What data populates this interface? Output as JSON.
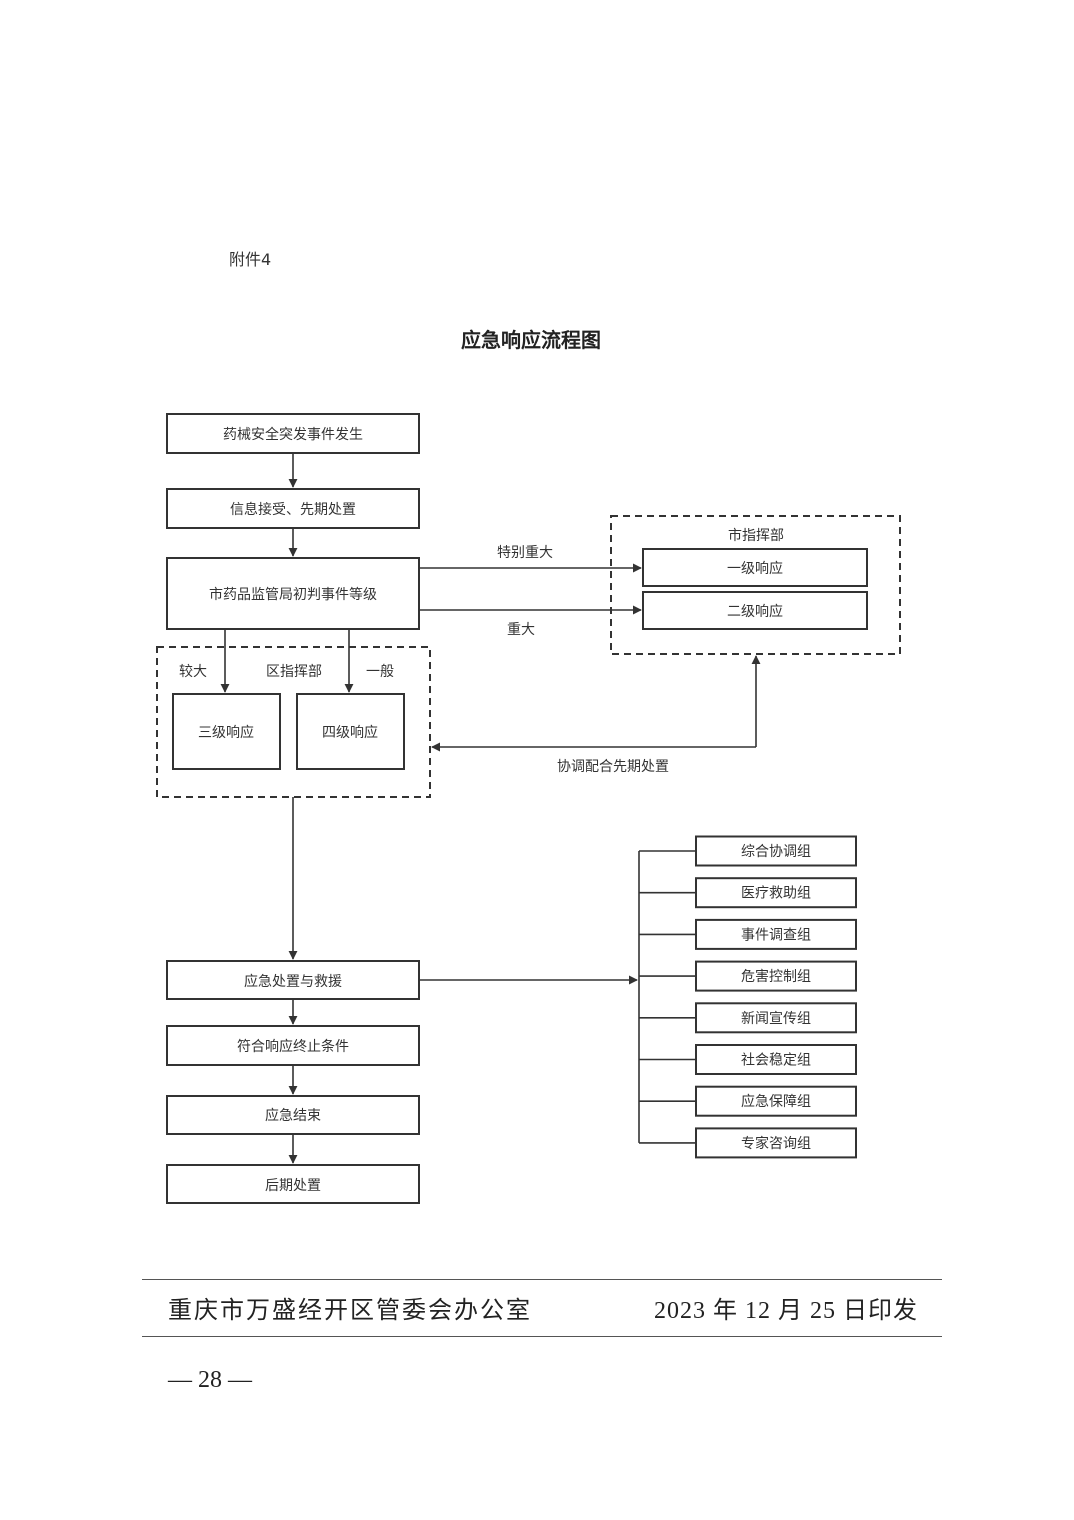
{
  "attachment_label": "附件4",
  "title": "应急响应流程图",
  "nodes": {
    "incident": "药械安全突发事件发生",
    "info": "信息接受、先期处置",
    "judge": "市药品监管局初判事件等级",
    "level1": "一级响应",
    "level2": "二级响应",
    "level3": "三级响应",
    "level4": "四级响应",
    "rescue": "应急处置与救援",
    "terminate": "符合响应终止条件",
    "end": "应急结束",
    "after": "后期处置"
  },
  "groups": {
    "city": "市指挥部",
    "district": "区指挥部"
  },
  "edge_labels": {
    "extra_major": "特别重大",
    "major": "重大",
    "larger": "较大",
    "general": "一般",
    "coordinate": "协调配合先期处置"
  },
  "teams": [
    "综合协调组",
    "医疗救助组",
    "事件调查组",
    "危害控制组",
    "新闻宣传组",
    "社会稳定组",
    "应急保障组",
    "专家咨询组"
  ],
  "footer": {
    "office": "重庆市万盛经开区管委会办公室",
    "issued": "2023 年 12 月 25 日印发",
    "page": "— 28 —"
  }
}
